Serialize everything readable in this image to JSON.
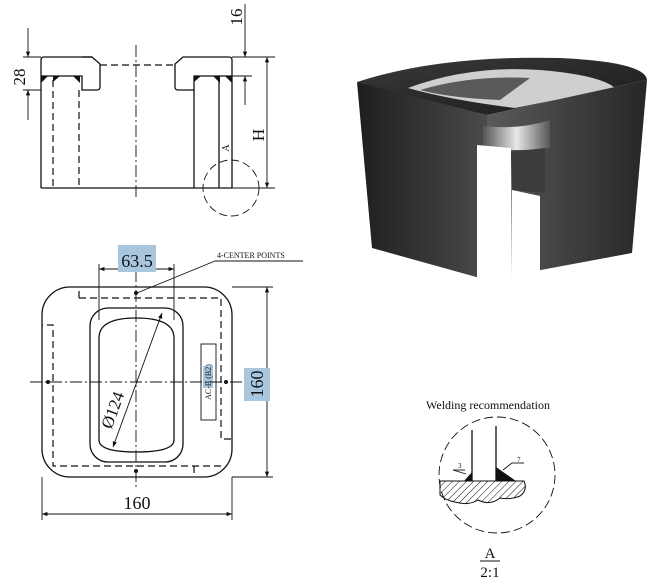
{
  "side_view": {
    "dim_top_thickness": "28",
    "dim_plate": "16",
    "dim_height": "H",
    "detail_marker": "A"
  },
  "plan_view": {
    "dim_slot_width": "63.5",
    "center_points_note": "4-CENTER POINTS",
    "dim_diameter": "Ø124",
    "dim_depth": "160",
    "dim_width": "160",
    "marking_label": "AC-B (B2)"
  },
  "detail": {
    "title": "Welding recommendation",
    "weld_left": "3",
    "weld_right": "7",
    "label": "A",
    "scale": "2:1"
  },
  "colors": {
    "highlight": "#a9c6df",
    "render_dark": "#2b2b2b"
  }
}
